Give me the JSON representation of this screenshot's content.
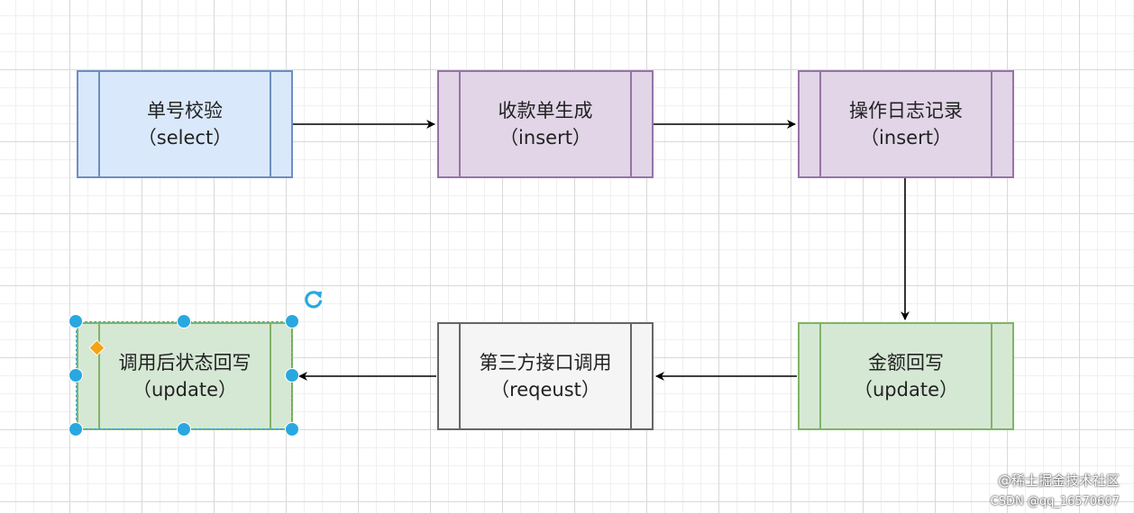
{
  "nodes": {
    "n1": {
      "line1": "单号校验",
      "line2": "（select）"
    },
    "n2": {
      "line1": "收款单生成",
      "line2": "（insert）"
    },
    "n3": {
      "line1": "操作日志记录",
      "line2": "（insert）"
    },
    "n4": {
      "line1": "金额回写",
      "line2": "（update）"
    },
    "n5": {
      "line1": "第三方接口调用",
      "line2": "（reqeust）"
    },
    "n6": {
      "line1": "调用后状态回写",
      "line2": "（update）"
    }
  },
  "colors": {
    "blue_fill": "#dae8fc",
    "blue_stroke": "#6c8ebf",
    "purple_fill": "#e1d5e7",
    "purple_stroke": "#9673a6",
    "green_fill": "#d5e8d4",
    "green_stroke": "#82b366",
    "gray_fill": "#f5f5f5",
    "gray_stroke": "#666666",
    "selection": "#29a8e0",
    "diamond": "#f4a315"
  },
  "icons": [
    "rotate-icon",
    "arrow-head-icon"
  ],
  "watermark": {
    "line1": "@稀土掘金技术社区",
    "line2": "CSDN @qq_16570607"
  }
}
